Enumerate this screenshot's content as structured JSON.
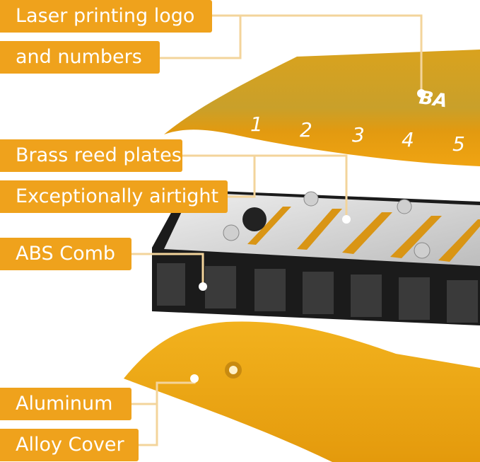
{
  "labels": {
    "laser_line1": "Laser printing logo",
    "laser_line2": "and numbers",
    "brass": "Brass reed plates",
    "airtight": "Exceptionally airtight",
    "comb": "ABS Comb",
    "aluminum": "Aluminum",
    "alloy": "Alloy Cover"
  },
  "cover_numbers": [
    "1",
    "2",
    "3",
    "4",
    "5"
  ],
  "logo_text": "BA",
  "colors": {
    "label": "#EFA21C",
    "connector": "#F3D49B",
    "cover": "#E9A015",
    "comb": "#1a1a1a",
    "plate": "#d8d8d8"
  }
}
